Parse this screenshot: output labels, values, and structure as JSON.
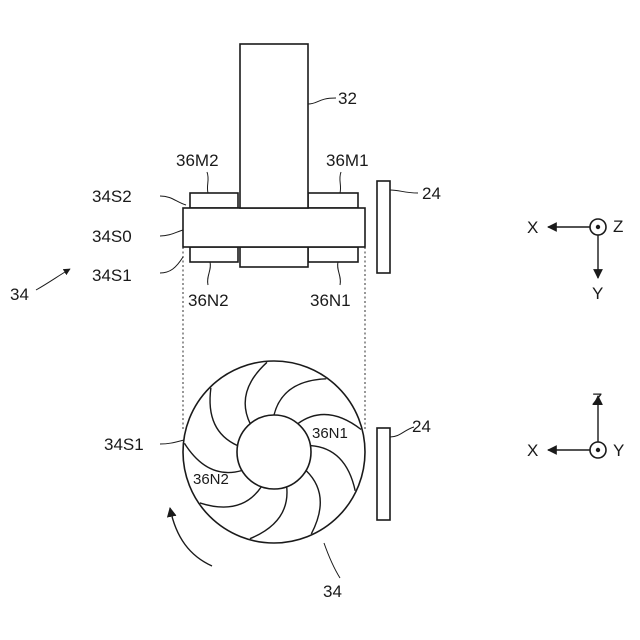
{
  "labels": {
    "shaft": "32",
    "magnet_m2": "36M2",
    "magnet_m1": "36M1",
    "surface_s2": "34S2",
    "surface_s0": "34S0",
    "surface_s1_top": "34S1",
    "magnet_n2_top": "36N2",
    "magnet_n1_top": "36N1",
    "rotor": "34",
    "sensor_top": "24",
    "surface_s1_bottom": "34S1",
    "magnet_n1_bottom": "36N1",
    "magnet_n2_bottom": "36N2",
    "sensor_bottom": "24",
    "rotor_bottom": "34"
  },
  "axes_top": {
    "x": "X",
    "z": "Z",
    "y": "Y"
  },
  "axes_bottom": {
    "z": "Z",
    "x": "X",
    "y": "Y"
  }
}
